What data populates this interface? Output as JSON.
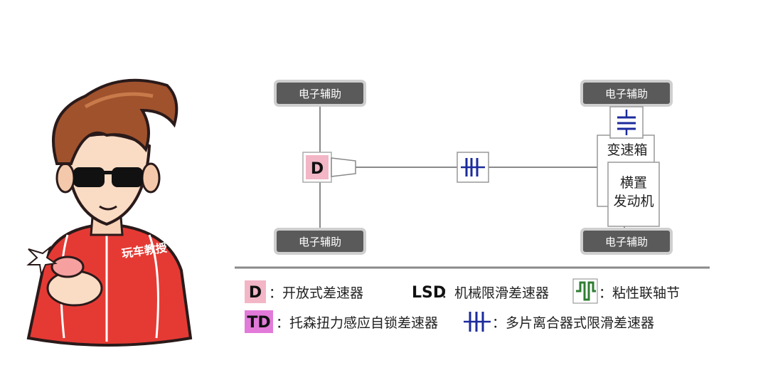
{
  "mascot": {
    "shirt_text": "玩车教授"
  },
  "diagram": {
    "wheels": {
      "front_left": "电子辅助",
      "front_right": "电子辅助",
      "rear_left": "电子辅助",
      "rear_right": "电子辅助"
    },
    "rear_diff_label": "D",
    "gearbox_label": "变速箱",
    "engine_label_line1": "横置",
    "engine_label_line2": "发动机"
  },
  "legend": {
    "items": [
      {
        "symbol": "D",
        "text": "：开放式差速器"
      },
      {
        "symbol": "LSD",
        "text": "：机械限滑差速器"
      },
      {
        "symbol": "viscous-coupling-icon",
        "text": "：粘性联轴节"
      },
      {
        "symbol": "TD",
        "text": "：托森扭力感应自锁差速器"
      },
      {
        "symbol": "multi-plate-clutch-icon",
        "text": "：多片离合器式限滑差速器"
      }
    ]
  },
  "colors": {
    "wheel_fill": "#5a5a5a",
    "wheel_border": "#cfcfcf",
    "diff_pink": "#f3b6c6",
    "td_magenta": "#e27ad9",
    "clutch_blue": "#1b2b9c",
    "viscous_green": "#2e7d32",
    "shaft": "#8a8a8a",
    "jacket_red": "#e53a34"
  }
}
